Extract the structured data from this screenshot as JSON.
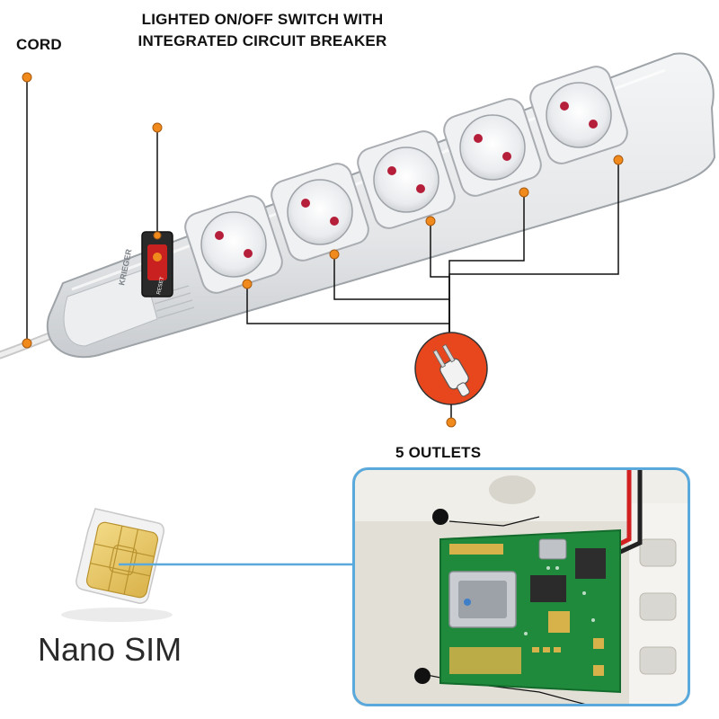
{
  "labels": {
    "cord": "CORD",
    "switch_line1": "LIGHTED ON/OFF SWITCH WITH",
    "switch_line2": "INTEGRATED CIRCUIT BREAKER",
    "outlets": "5 OUTLETS",
    "nano_sim": "Nano SIM"
  },
  "device_text": {
    "brand": "KRIEGER",
    "reset": "RESET"
  },
  "colors": {
    "leader_dot": "#f08a1c",
    "plug_badge": "#e8471d",
    "photo_border": "#5aa9dc",
    "sim_gold": "#e9c863",
    "pcb_green": "#1f8a3c",
    "switch_red": "#c92020"
  },
  "outlet_count": 5
}
